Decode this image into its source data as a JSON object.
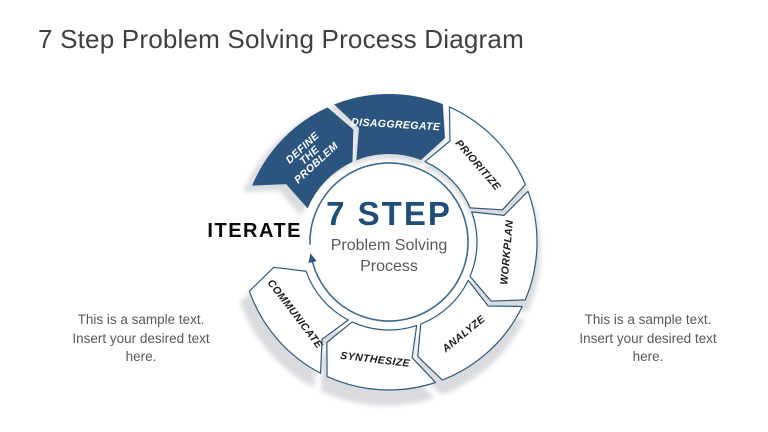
{
  "slide": {
    "title": "7 Step Problem Solving Process Diagram"
  },
  "diagram": {
    "center": {
      "heading": "7 STEP",
      "subtitle_line1": "Problem Solving",
      "subtitle_line2": "Process"
    },
    "iterate_label": "ITERATE",
    "segments": [
      {
        "label": "DEFINE THE PROBLEM",
        "lines": [
          "DEFINE",
          "THE",
          "PROBLEM"
        ],
        "style": "dark"
      },
      {
        "label": "DISAGGREGATE",
        "style": "dark"
      },
      {
        "label": "PRIORITIZE",
        "style": "light"
      },
      {
        "label": "WORKPLAN",
        "style": "light"
      },
      {
        "label": "ANALYZE",
        "style": "light"
      },
      {
        "label": "SYNTHESIZE",
        "style": "light"
      },
      {
        "label": "COMMUNICATE",
        "style": "light"
      }
    ],
    "colors": {
      "dark_segment_fill": "#2b557f",
      "light_segment_fill": "#ffffff",
      "light_segment_stroke": "#2f5a7d",
      "label_on_dark": "#ffffff",
      "label_on_light": "#1a1a1a",
      "heading_blue": "#1f4e79",
      "subtitle_gray": "#595959",
      "shadow": "#d5d8dc",
      "circle_stroke": "#3a6b8f",
      "arrowhead": "#2b557f"
    }
  },
  "notes": {
    "left": [
      "This is a sample text.",
      "Insert your desired text",
      "here."
    ],
    "right": [
      "This is a sample text.",
      "Insert your desired text",
      "here."
    ]
  }
}
